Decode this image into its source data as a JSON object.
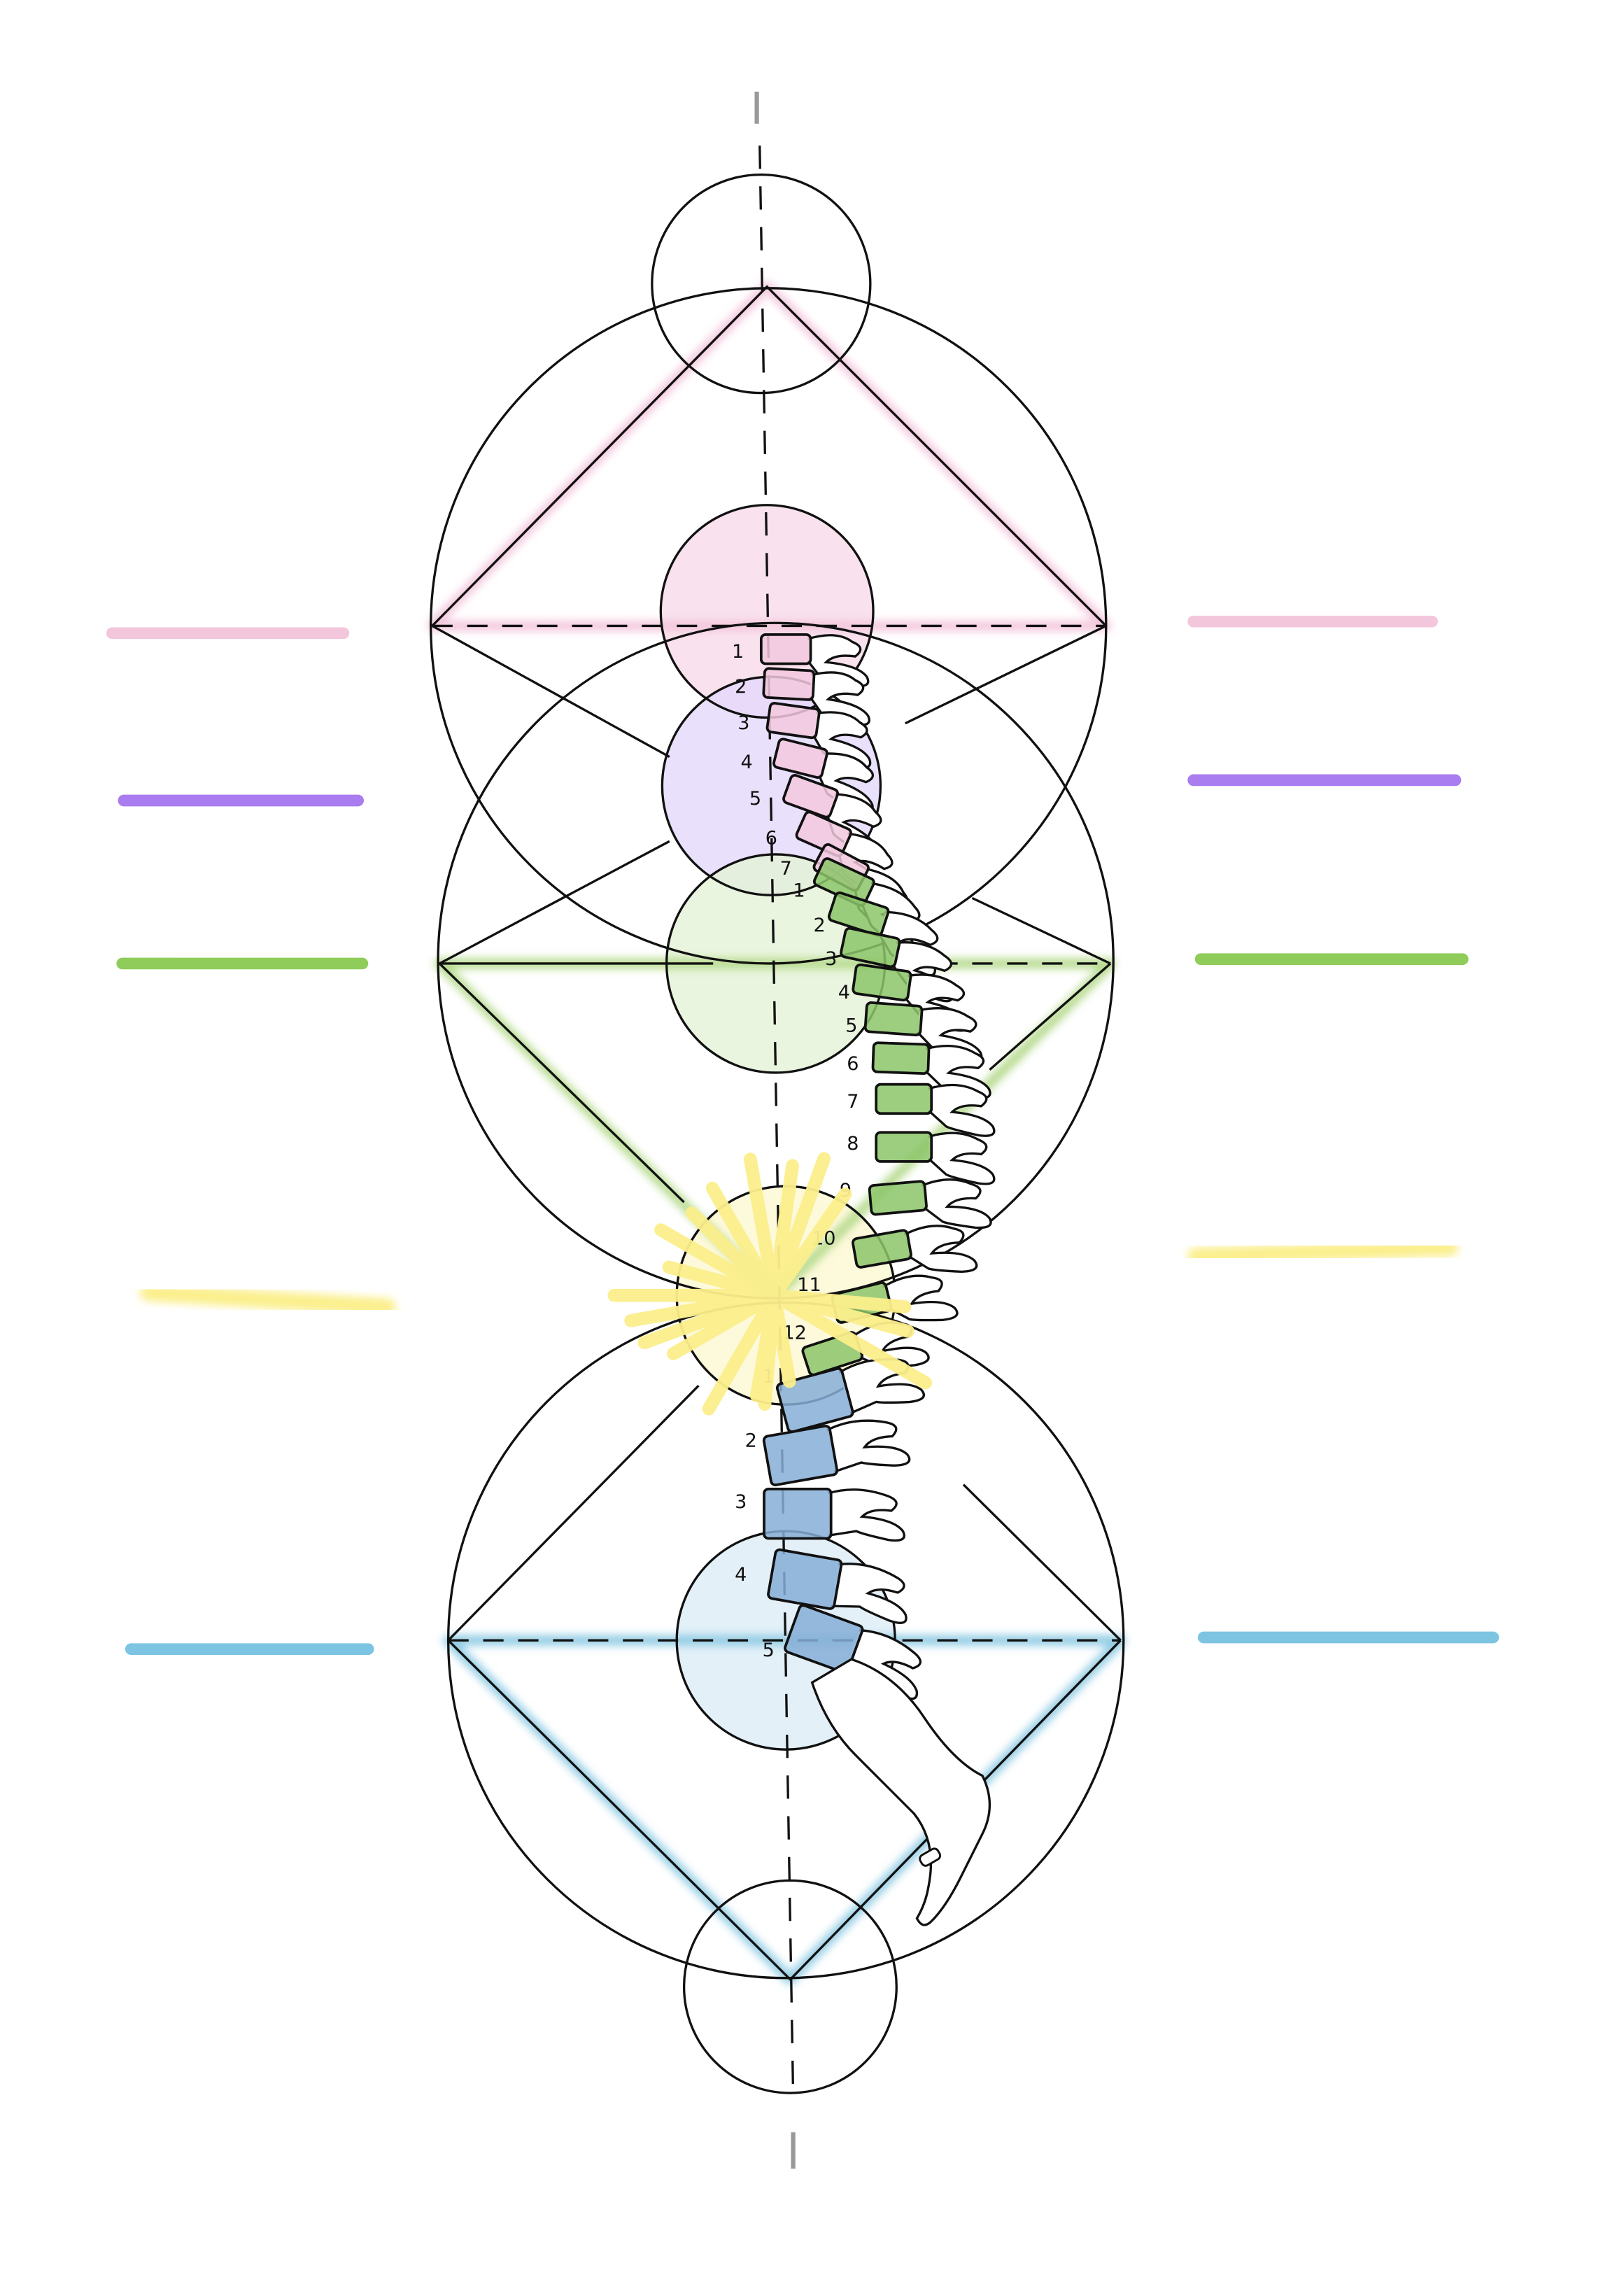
{
  "colors": {
    "pink": "#f3c6dc",
    "purple": "#a97cf0",
    "green": "#8fcc5a",
    "yellow": "#fbef8c",
    "blue": "#7cc4e2",
    "line": "#111111"
  },
  "spine": {
    "cervical": [
      "1",
      "2",
      "3",
      "4",
      "5",
      "6",
      "7"
    ],
    "thoracic": [
      "1",
      "2",
      "3",
      "4",
      "5",
      "6",
      "7",
      "8",
      "9",
      "10",
      "11",
      "12"
    ],
    "lumbar": [
      "1",
      "2",
      "3",
      "4",
      "5"
    ]
  }
}
